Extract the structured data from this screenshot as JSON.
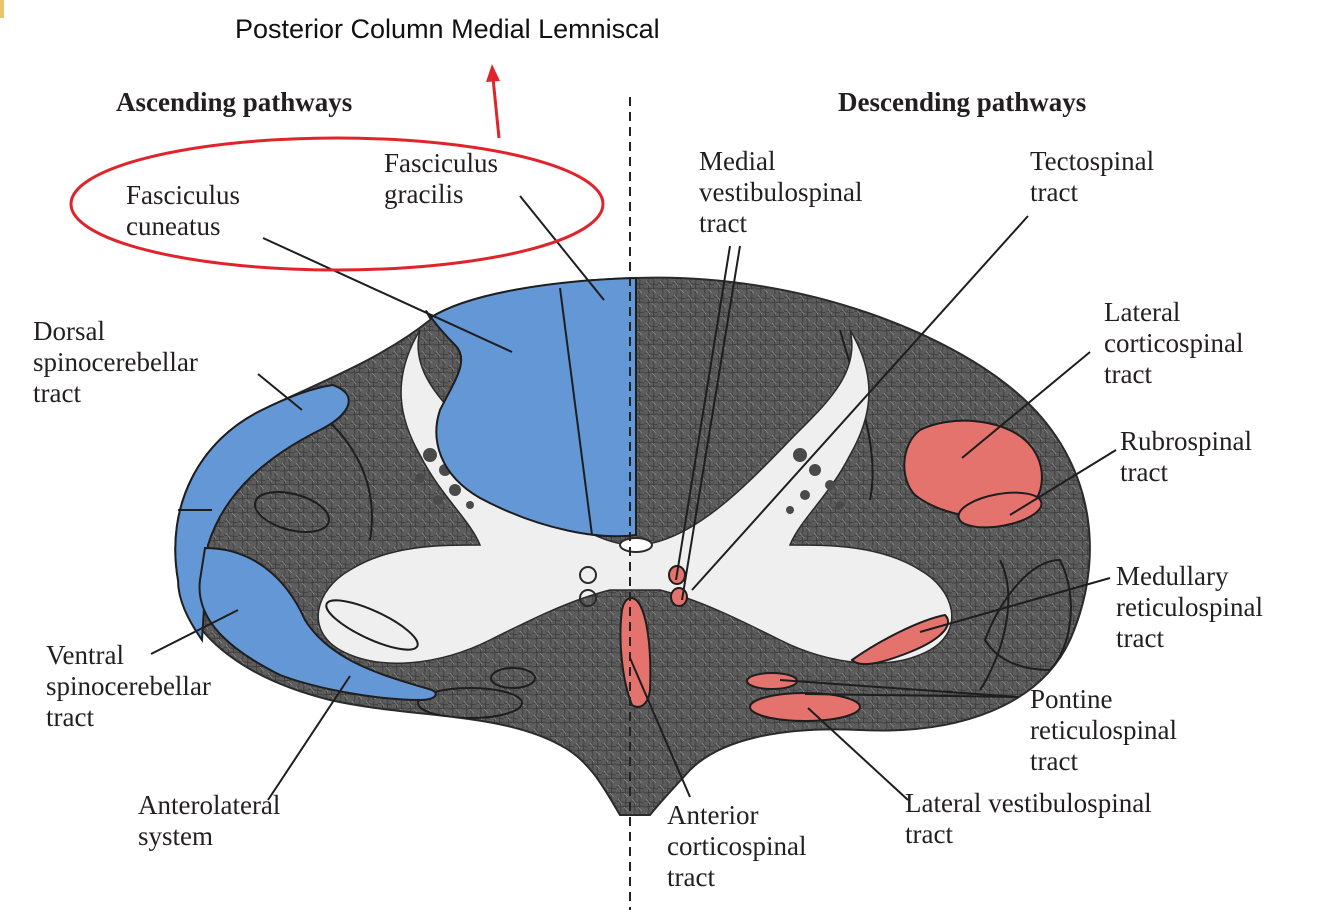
{
  "title": "Posterior Column Medial Lemniscal",
  "headers": {
    "ascending": "Ascending pathways",
    "descending": "Descending pathways"
  },
  "colors": {
    "ascending_fill": "#6497d6",
    "descending_fill": "#e3736c",
    "highlight_circle": "#e0242c",
    "white_matter": "#5e5e5e",
    "gray_matter": "#f2f2f2"
  },
  "labels": {
    "fasciculus_cuneatus": [
      "Fasciculus",
      "cuneatus"
    ],
    "fasciculus_gracilis": [
      "Fasciculus",
      "gracilis"
    ],
    "dorsal_spinocerebellar": [
      "Dorsal",
      "spinocerebellar",
      "tract"
    ],
    "ventral_spinocerebellar": [
      "Ventral",
      "spinocerebellar",
      "tract"
    ],
    "anterolateral": [
      "Anterolateral",
      "system"
    ],
    "medial_vestibulospinal": [
      "Medial",
      "vestibulospinal",
      "tract"
    ],
    "tectospinal": [
      "Tectospinal",
      "tract"
    ],
    "lateral_corticospinal": [
      "Lateral",
      "corticospinal",
      "tract"
    ],
    "rubrospinal": [
      "Rubrospinal",
      "tract"
    ],
    "medullary_reticulospinal": [
      "Medullary",
      "reticulospinal",
      "tract"
    ],
    "pontine_reticulospinal": [
      "Pontine",
      "reticulospinal",
      "tract"
    ],
    "lateral_vestibulospinal": [
      "Lateral vestibulospinal",
      "tract"
    ],
    "anterior_corticospinal": [
      "Anterior",
      "corticospinal",
      "tract"
    ]
  }
}
